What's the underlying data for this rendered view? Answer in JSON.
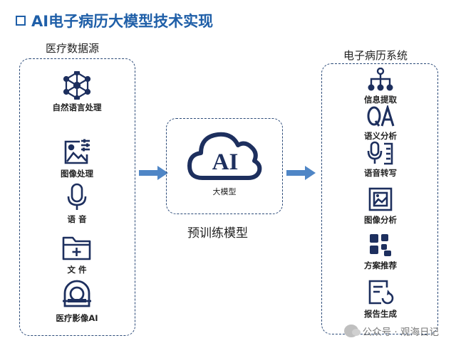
{
  "title": "AI电子病历大模型技术实现",
  "left_panel": {
    "title": "医疗数据源",
    "items": [
      {
        "label": "自然语言处理",
        "icon": "neural-network-icon"
      },
      {
        "label": "图像处理",
        "icon": "image-settings-icon"
      },
      {
        "label": "语  音",
        "icon": "microphone-icon"
      },
      {
        "label": "文  件",
        "icon": "folder-icon"
      },
      {
        "label": "医疗影像AI",
        "icon": "ct-scanner-icon"
      }
    ]
  },
  "center": {
    "cloud_text": "AI",
    "model_label": "大模型",
    "caption": "预训练模型"
  },
  "right_panel": {
    "title": "电子病历系统",
    "items": [
      {
        "label": "信息提取",
        "icon": "hierarchy-icon"
      },
      {
        "label": "语义分析",
        "icon": "qa-icon"
      },
      {
        "label": "语音转写",
        "icon": "voice-transcribe-icon"
      },
      {
        "label": "图像分析",
        "icon": "image-frame-icon"
      },
      {
        "label": "方案推荐",
        "icon": "grid-blocks-icon"
      },
      {
        "label": "报告生成",
        "icon": "report-refresh-icon"
      }
    ]
  },
  "watermark": "公众号 · 观海日记",
  "colors": {
    "accent": "#1f5fa8",
    "icon": "#1d2f5e",
    "arrow": "#4f86c6",
    "border": "#2b4a78"
  }
}
